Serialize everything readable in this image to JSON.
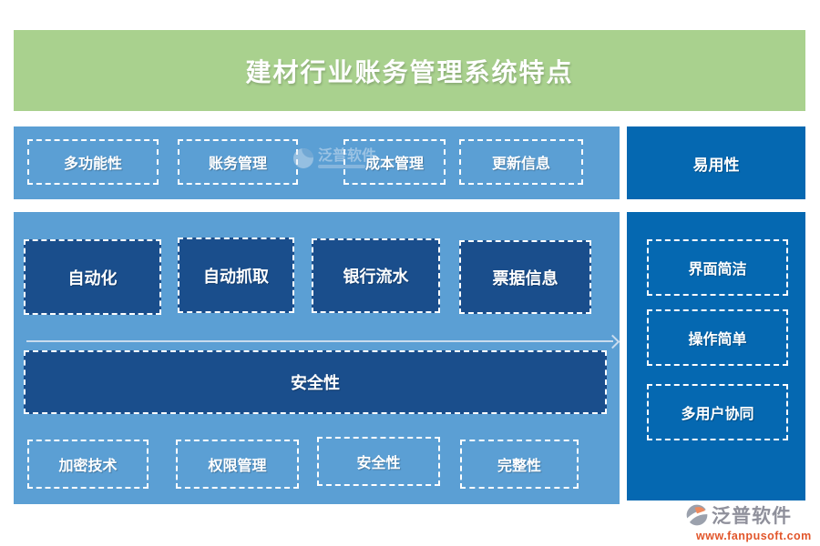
{
  "header": {
    "title": "建材行业账务管理系统特点"
  },
  "colors": {
    "banner_green": "#a9d18e",
    "panel_light_blue": "#5b9fd4",
    "box_navy": "#1a4e8c",
    "panel_bright_blue": "#0568b1",
    "arrow": "#c9dcee",
    "logo_gray": "#8f909b",
    "logo_orange": "#e2562b"
  },
  "top_row": {
    "items": [
      "多功能性",
      "账务管理",
      "成本管理",
      "更新信息"
    ]
  },
  "easy_box": {
    "label": "易用性"
  },
  "main": {
    "feature_boxes": [
      "自动化",
      "自动抓取",
      "银行流水",
      "票据信息"
    ],
    "security_box": {
      "label": "安全性"
    },
    "security_items": [
      "加密技术",
      "权限管理",
      "安全性",
      "完整性"
    ]
  },
  "right_panel": {
    "items": [
      "界面简洁",
      "操作简单",
      "多用户协同"
    ]
  },
  "watermark": {
    "text": "泛普软件"
  },
  "logo": {
    "name": "泛普软件",
    "url": "www.fanpusoft.com"
  }
}
